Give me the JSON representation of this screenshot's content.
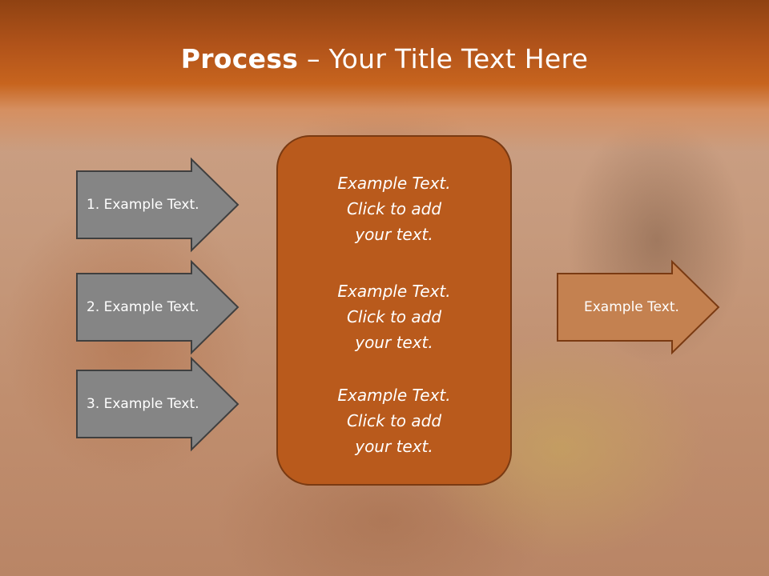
{
  "slide": {
    "title_bold": "Process",
    "title_rest": " – Your Title Text Here"
  },
  "steps": [
    {
      "label": "1. Example Text."
    },
    {
      "label": "2. Example Text."
    },
    {
      "label": "3. Example Text."
    }
  ],
  "center_box": {
    "paragraphs": [
      "Example Text.\nClick  to add\nyour text.",
      "Example Text.\nClick  to add\nyour text.",
      "Example Text.\nClick  to add\nyour text."
    ]
  },
  "output_arrow": {
    "label": "Example Text."
  },
  "colors": {
    "title_band": "#b1531a",
    "center_box_fill": "#b95a1c",
    "center_box_border": "#7a3a12",
    "step_arrow_fill": "#858585",
    "step_arrow_border": "#3f3f3f",
    "output_arrow_fill": "#c48150",
    "output_arrow_border": "#7a3a12"
  }
}
